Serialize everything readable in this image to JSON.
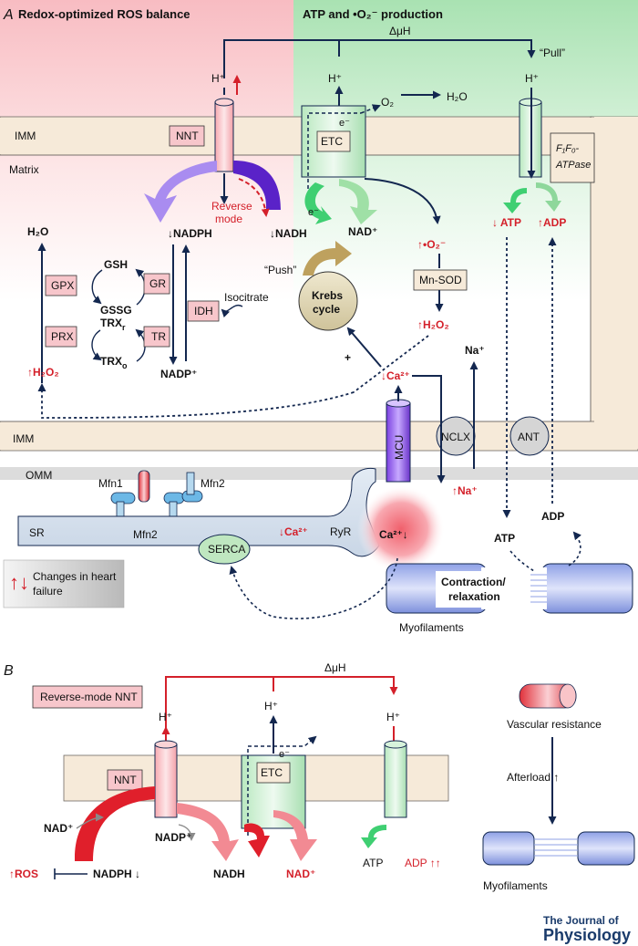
{
  "panel_a": {
    "label": "A",
    "header_left": "Redox-optimized ROS balance",
    "header_right": "ATP and •O₂⁻ production",
    "delta_mu_h": "ΔμH",
    "pull": "“Pull”",
    "push": "“Push”",
    "imm": "IMM",
    "omm": "OMM",
    "matrix": "Matrix",
    "nnt": "NNT",
    "etc": "ETC",
    "atpase": "F₁F₀-ATPase",
    "h_plus": "H⁺",
    "e_minus": "e⁻",
    "o2": "O₂",
    "h2o": "H₂O",
    "reverse_mode": "Reverse mode",
    "nadph_down": "↓NADPH",
    "nadh_down": "↓NADH",
    "nad_plus": "NAD⁺",
    "nadp_plus": "NADP⁺",
    "atp_down": "↓ ATP",
    "adp_up": "↑ADP",
    "superoxide_up": "↑•O₂⁻",
    "mn_sod": "Mn-SOD",
    "h2o2_up": "↑H₂O₂",
    "krebs": "Krebs cycle",
    "plus": "+",
    "ca_down": "↓Ca²⁺",
    "na_plus": "Na⁺",
    "na_up": "↑Na⁺",
    "mcu": "MCU",
    "nclx": "NCLX",
    "ant": "ANT",
    "gsh": "GSH",
    "gssg": "GSSG",
    "trx_r": "TRX",
    "trx_r_sub": "r",
    "trx_o": "TRX",
    "trx_o_sub": "o",
    "gpx": "GPX",
    "gr": "GR",
    "prx": "PRX",
    "tr": "TR",
    "idh": "IDH",
    "isocitrate": "Isocitrate",
    "h2o_left": "H₂O",
    "h2o2_left_up": "↑H₂O₂",
    "mfn1": "Mfn1",
    "mfn2_top": "Mfn2",
    "mfn2_bottom": "Mfn2",
    "sr": "SR",
    "serca": "SERCA",
    "sr_ca_down": "↓Ca²⁺",
    "ryr": "RyR",
    "cyto_ca": "Ca²⁺↓",
    "atp": "ATP",
    "adp": "ADP",
    "contraction": "Contraction/ relaxation",
    "myofilaments": "Myofilaments",
    "legend_arrows": "↑↓",
    "legend": "Changes in heart failure"
  },
  "panel_b": {
    "label": "B",
    "title_box": "Reverse-mode NNT",
    "delta_mu_h": "ΔμH",
    "h_plus": "H⁺",
    "e_minus": "e⁻",
    "nnt": "NNT",
    "etc": "ETC",
    "nad_plus": "NAD⁺",
    "nadp_plus": "NADP⁺",
    "nadh": "NADH",
    "nad_plus_red": "NAD⁺",
    "nadph": "NADPH ↓",
    "ros": "↑ROS",
    "atp": "ATP",
    "adp": "ADP ↑↑",
    "vascular": "Vascular resistance",
    "afterload": "Afterload ↑",
    "myofilaments": "Myofilaments"
  },
  "journal": {
    "line1": "The Journal of",
    "line2": "Physiology"
  },
  "colors": {
    "red": "#d4202a",
    "navy": "#13274f",
    "membrane": "#f6ead9",
    "pink_bg": "#f8c8cc",
    "green_bg": "#bfe8c6",
    "purple": "#6a33c9",
    "violet": "#a98cf0"
  }
}
